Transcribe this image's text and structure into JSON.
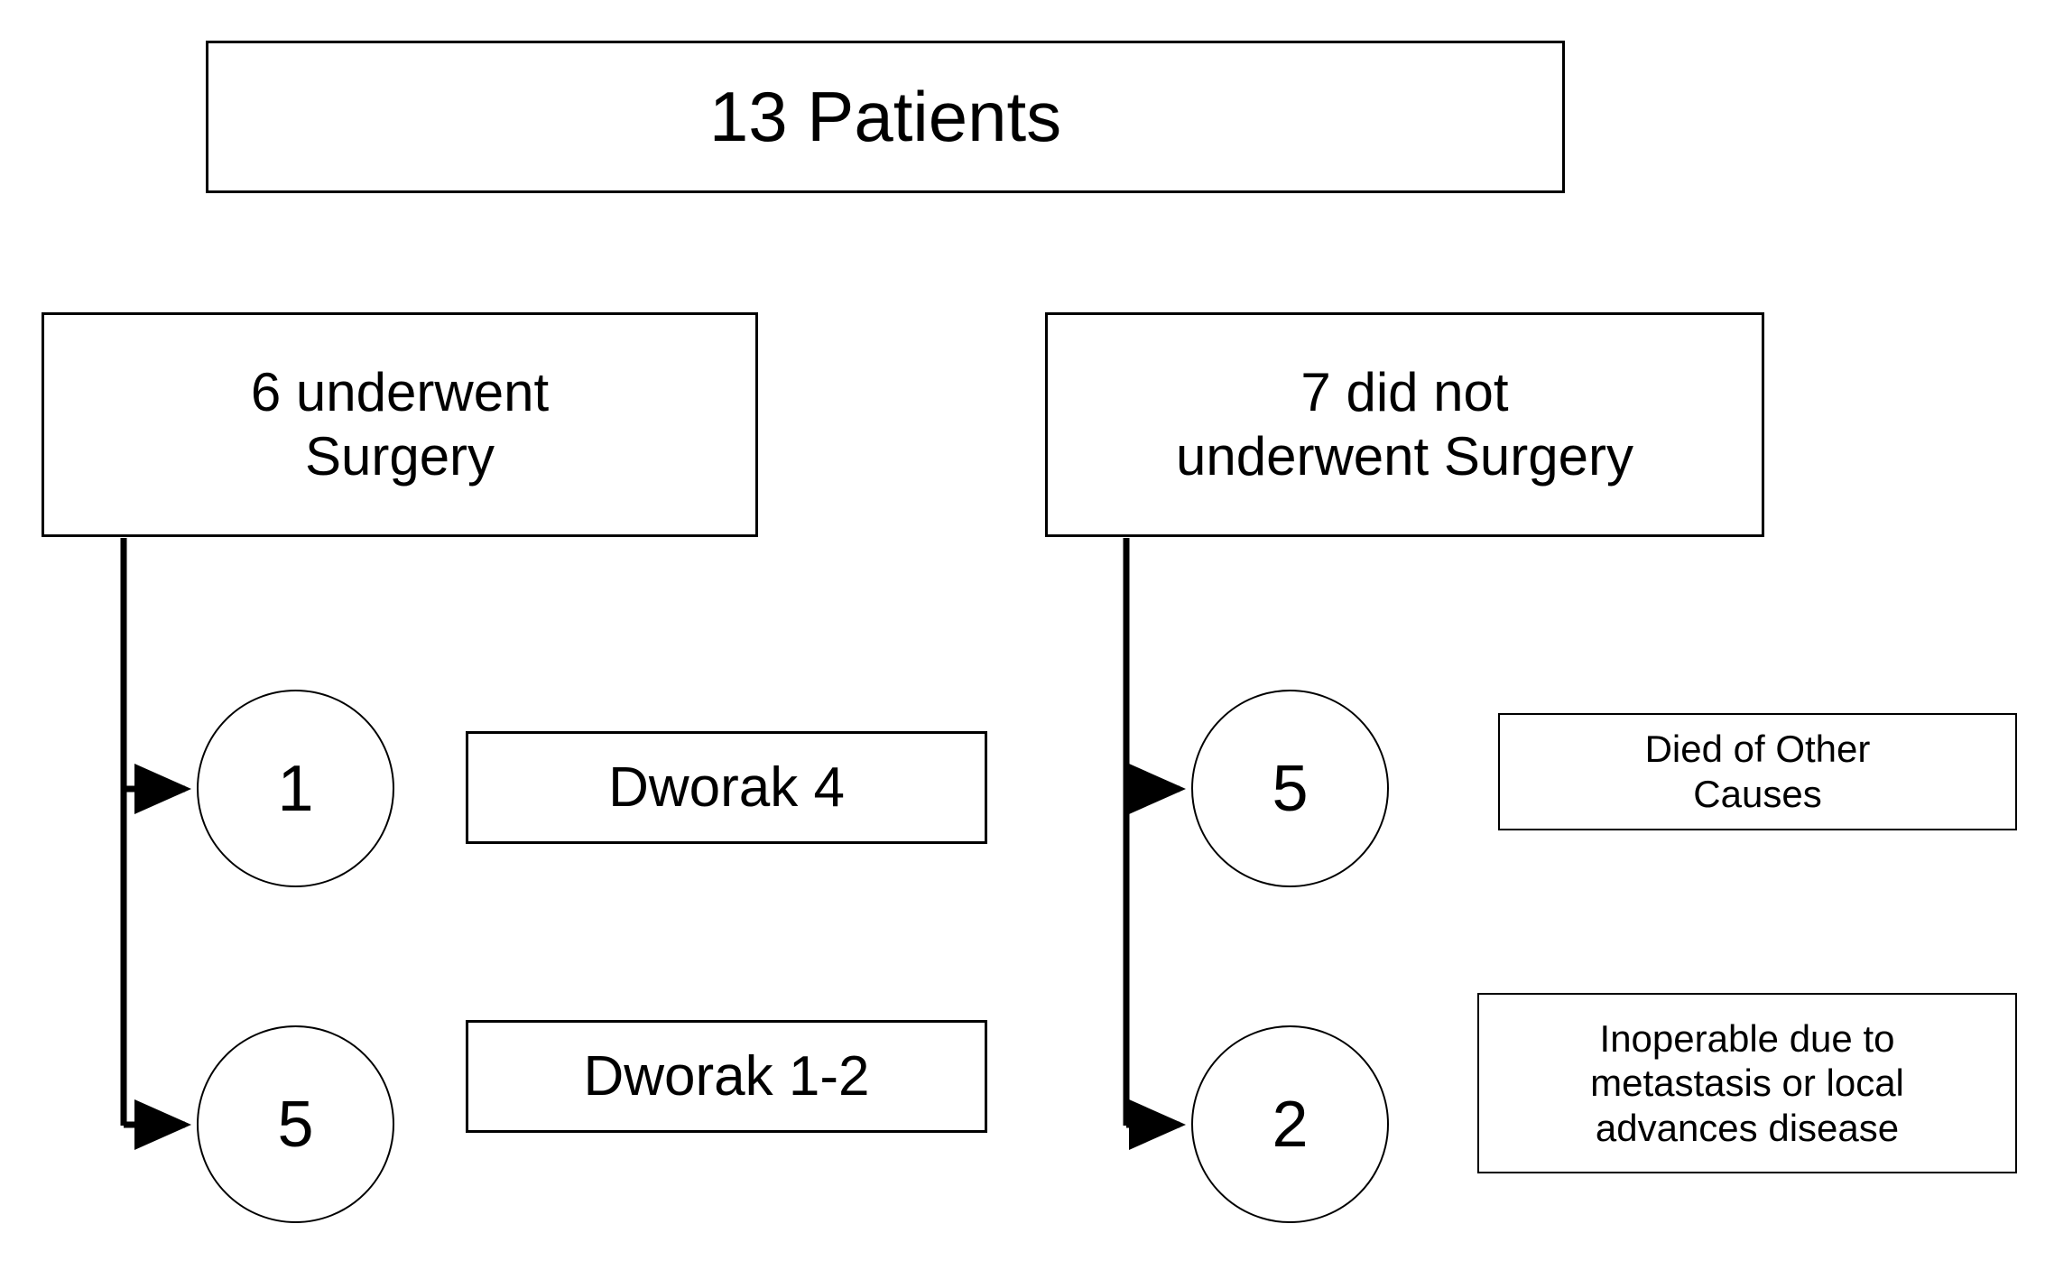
{
  "diagram": {
    "type": "flowchart",
    "title_box": {
      "label": "13 Patients",
      "count": 13
    },
    "branches": [
      {
        "name": "surgery",
        "label": "6 underwent\nSurgery",
        "count": 6,
        "outcomes": [
          {
            "count_label": "1",
            "count": 1,
            "label": "Dworak 4"
          },
          {
            "count_label": "5",
            "count": 5,
            "label": "Dworak 1-2"
          }
        ]
      },
      {
        "name": "no-surgery",
        "label": "7 did not\nunderwent Surgery",
        "count": 7,
        "outcomes": [
          {
            "count_label": "5",
            "count": 5,
            "label": "Died of Other\nCauses"
          },
          {
            "count_label": "2",
            "count": 2,
            "label": "Inoperable due to\nmetastasis or local\nadvances disease"
          }
        ]
      }
    ],
    "colors": {
      "stroke": "#000000",
      "background": "#ffffff",
      "text": "#000000"
    }
  }
}
